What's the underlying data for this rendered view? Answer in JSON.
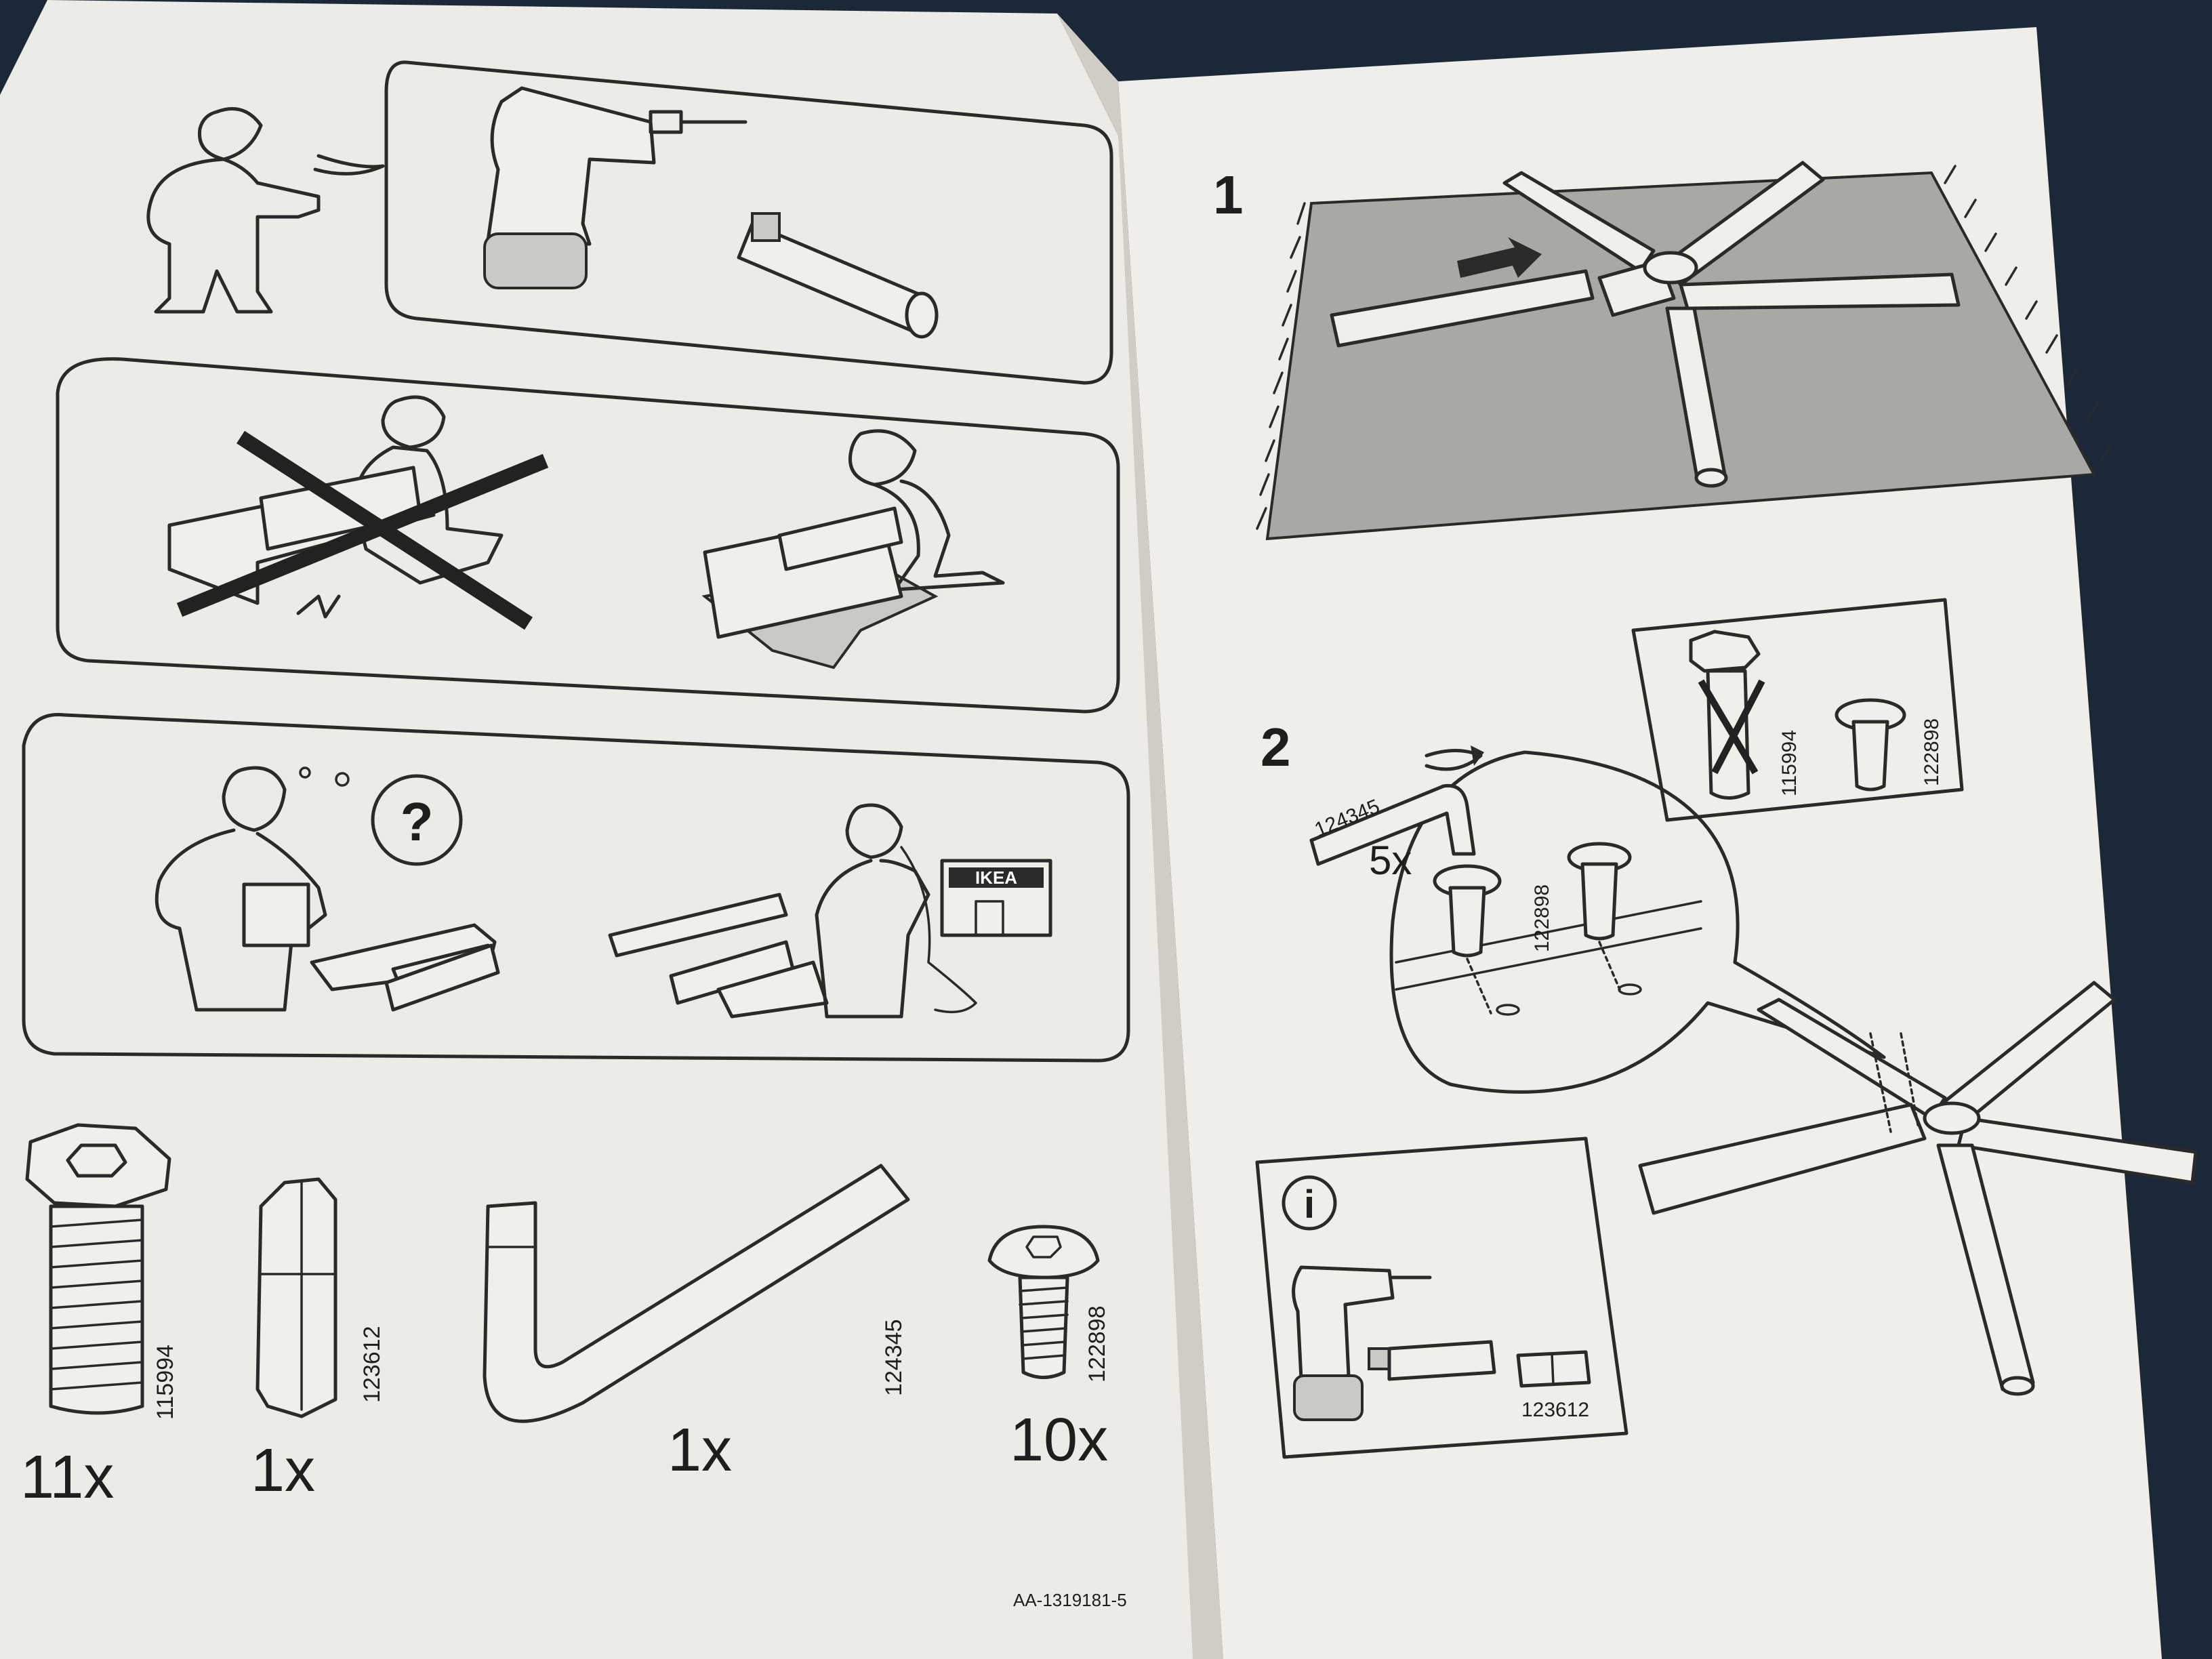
{
  "left_page": {
    "panel_tools": {
      "drill_icon": "power-drill-icon",
      "bit_holder_icon": "bit-holder-icon"
    },
    "panel_floor": {
      "wrong_icon": "cross-out-icon",
      "right_icon": "floor-protection-icon"
    },
    "panel_help": {
      "question_mark": "?",
      "store_sign": "IKEA"
    },
    "parts": [
      {
        "article": "115994",
        "quantity": "11x",
        "icon": "hex-bolt-icon"
      },
      {
        "article": "123612",
        "quantity": "1x",
        "icon": "hex-bit-icon"
      },
      {
        "article": "124345",
        "quantity": "1x",
        "icon": "allen-key-icon"
      },
      {
        "article": "122898",
        "quantity": "10x",
        "icon": "screw-icon"
      }
    ],
    "document_number": "AA-1319181-5"
  },
  "right_page": {
    "step1": {
      "number": "1",
      "icon": "star-base-icon"
    },
    "step2": {
      "number": "2",
      "allen_key_article": "124345",
      "screw_count": "5x",
      "screw_article": "122898",
      "screw_article_2": "122898",
      "comparison": {
        "wrong_article": "115994",
        "right_article": "122898"
      },
      "info_box": {
        "icon": "info-icon",
        "symbol": "i",
        "bit_article": "123612"
      }
    }
  }
}
